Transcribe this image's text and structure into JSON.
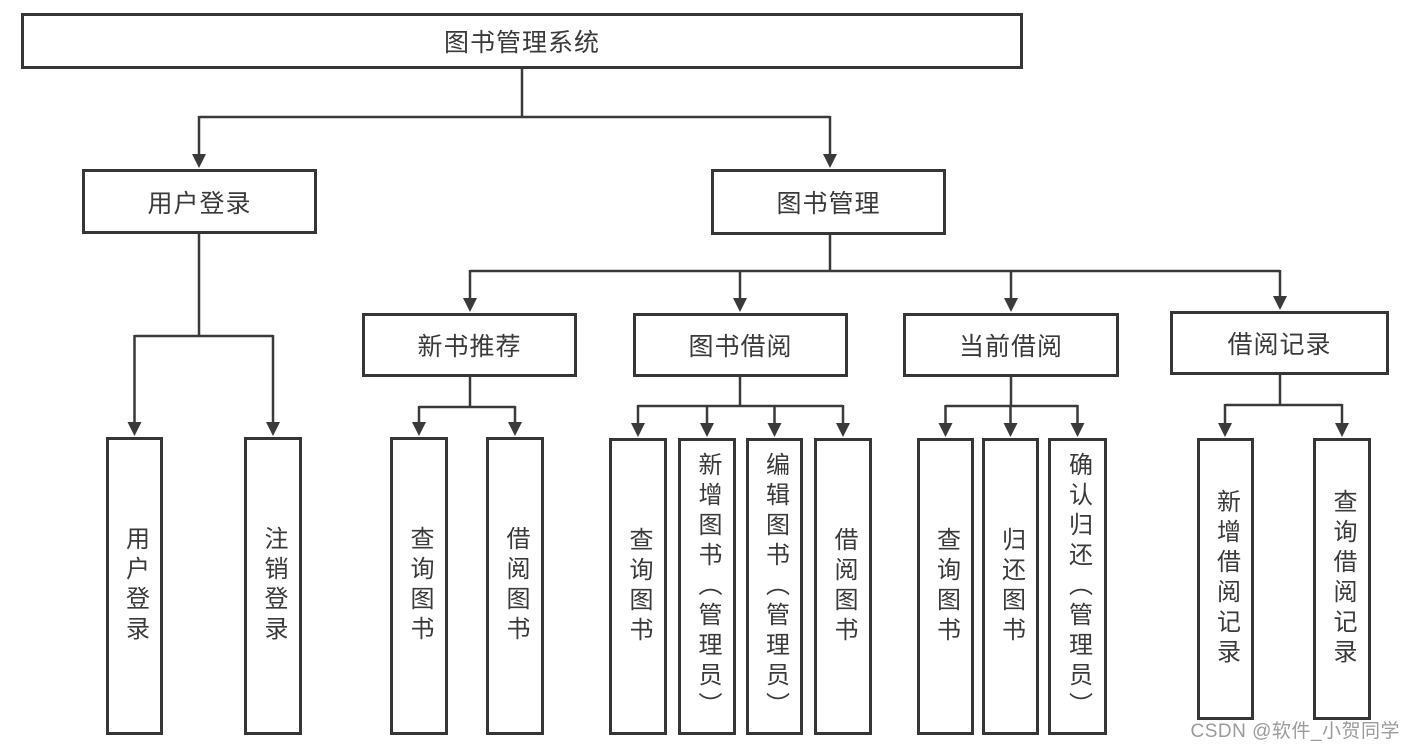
{
  "diagram": {
    "title": "图书管理系统",
    "root": {
      "label": "图书管理系统"
    },
    "level2": [
      {
        "label": "用户登录"
      },
      {
        "label": "图书管理"
      }
    ],
    "level3": [
      {
        "label": "新书推荐",
        "parent": "图书管理"
      },
      {
        "label": "图书借阅",
        "parent": "图书管理"
      },
      {
        "label": "当前借阅",
        "parent": "图书管理"
      },
      {
        "label": "借阅记录",
        "parent": "图书管理"
      }
    ],
    "leaves": {
      "login": [
        {
          "label": "用户登录"
        },
        {
          "label": "注销登录"
        }
      ],
      "newbook": [
        {
          "label": "查询图书"
        },
        {
          "label": "借阅图书"
        }
      ],
      "borrow": [
        {
          "label": "查询图书"
        },
        {
          "label": "新增图书（管理员）"
        },
        {
          "label": "编辑图书（管理员）"
        },
        {
          "label": "借阅图书"
        }
      ],
      "current": [
        {
          "label": "查询图书"
        },
        {
          "label": "归还图书"
        },
        {
          "label": "确认归还（管理员）"
        }
      ],
      "records": [
        {
          "label": "新增借阅记录"
        },
        {
          "label": "查询借阅记录"
        }
      ]
    },
    "colors": {
      "line": "#3a3a3a",
      "box_border": "#363636",
      "text": "#3a3a3a",
      "background": "#ffffff",
      "watermark": "#9b9b9b"
    }
  },
  "watermark": {
    "text": "CSDN @软件_小贺同学"
  }
}
